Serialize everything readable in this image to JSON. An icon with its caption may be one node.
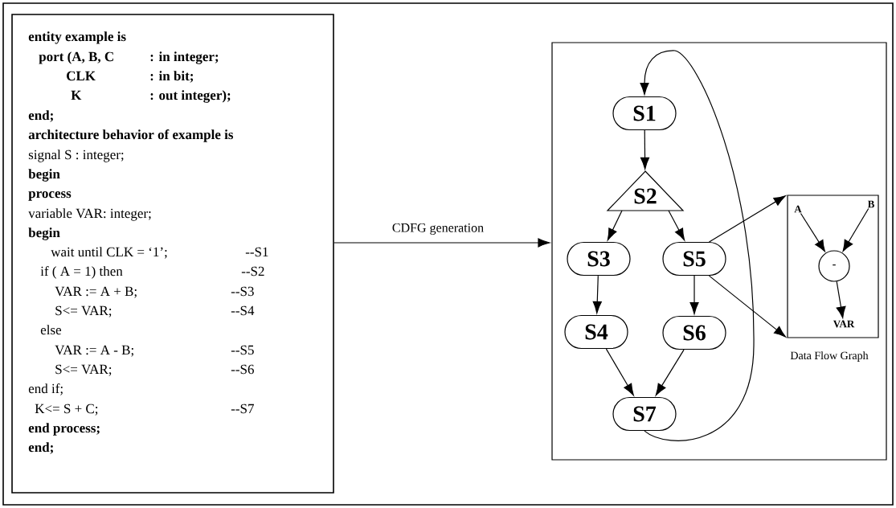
{
  "diagram": {
    "nodes": [
      {
        "text": [
          "entity example is",
          "port (A, B, C",
          ": in integer;",
          "CLK",
          ": in bit;",
          "K",
          ": out integer);",
          "end;",
          "architecture behavior of example is",
          "signal S : integer;",
          "begin",
          "process",
          "variable VAR: integer;",
          "begin",
          "wait until CLK = ‘1’;",
          "--S1",
          "if ( A = 1) then",
          "--S2",
          "VAR := A + B;",
          "--S3",
          "S<=  VAR;",
          "--S4",
          "else",
          "VAR := A - B;",
          "--S5",
          "S<= VAR;",
          "--S6",
          "end if;",
          "K<= S + C;",
          "--S7",
          "end process;",
          "end;"
        ]
      },
      {
        "text": [],
        "shape": "box"
      },
      {
        "text": [
          "S1"
        ],
        "in": 1
      },
      {
        "text": [
          "S2"
        ],
        "in": 1
      },
      {
        "text": [
          "S3"
        ],
        "in": 1
      },
      {
        "text": [
          "S4"
        ],
        "in": 1
      },
      {
        "text": [
          "S5"
        ],
        "in": 1
      },
      {
        "text": [
          "S6"
        ],
        "in": 1
      },
      {
        "text": [
          "S7"
        ],
        "in": 1
      },
      {
        "text": [
          "Data Flow Graph"
        ],
        "in": 1
      },
      {
        "text": [
          "A"
        ],
        "in": 9
      },
      {
        "text": [
          "B"
        ],
        "in": 9
      },
      {
        "text": [
          "-"
        ],
        "in": 9
      },
      {
        "text": [
          "VAR"
        ],
        "in": 9
      }
    ],
    "edges": [
      {
        "from": 0,
        "to": 1,
        "arrow": "to",
        "label": "CDFG generation"
      },
      {
        "from": 8,
        "to": 2,
        "arrow": "to"
      },
      {
        "from": 2,
        "to": 3,
        "arrow": "to"
      },
      {
        "from": 3,
        "to": 4,
        "arrow": "to"
      },
      {
        "from": 3,
        "to": 6,
        "arrow": "to"
      },
      {
        "from": 4,
        "to": 5,
        "arrow": "to"
      },
      {
        "from": 6,
        "to": 7,
        "arrow": "to"
      },
      {
        "from": 5,
        "to": 8,
        "arrow": "to"
      },
      {
        "from": 7,
        "to": 8,
        "arrow": "to"
      },
      {
        "from": 6,
        "to": 9,
        "arrow": "to"
      },
      {
        "from": 6,
        "to": 9,
        "arrow": "to"
      },
      {
        "from": 10,
        "to": 12,
        "arrow": "to"
      },
      {
        "from": 11,
        "to": 12,
        "arrow": "to"
      },
      {
        "from": 12,
        "to": 13,
        "arrow": "to"
      }
    ]
  }
}
